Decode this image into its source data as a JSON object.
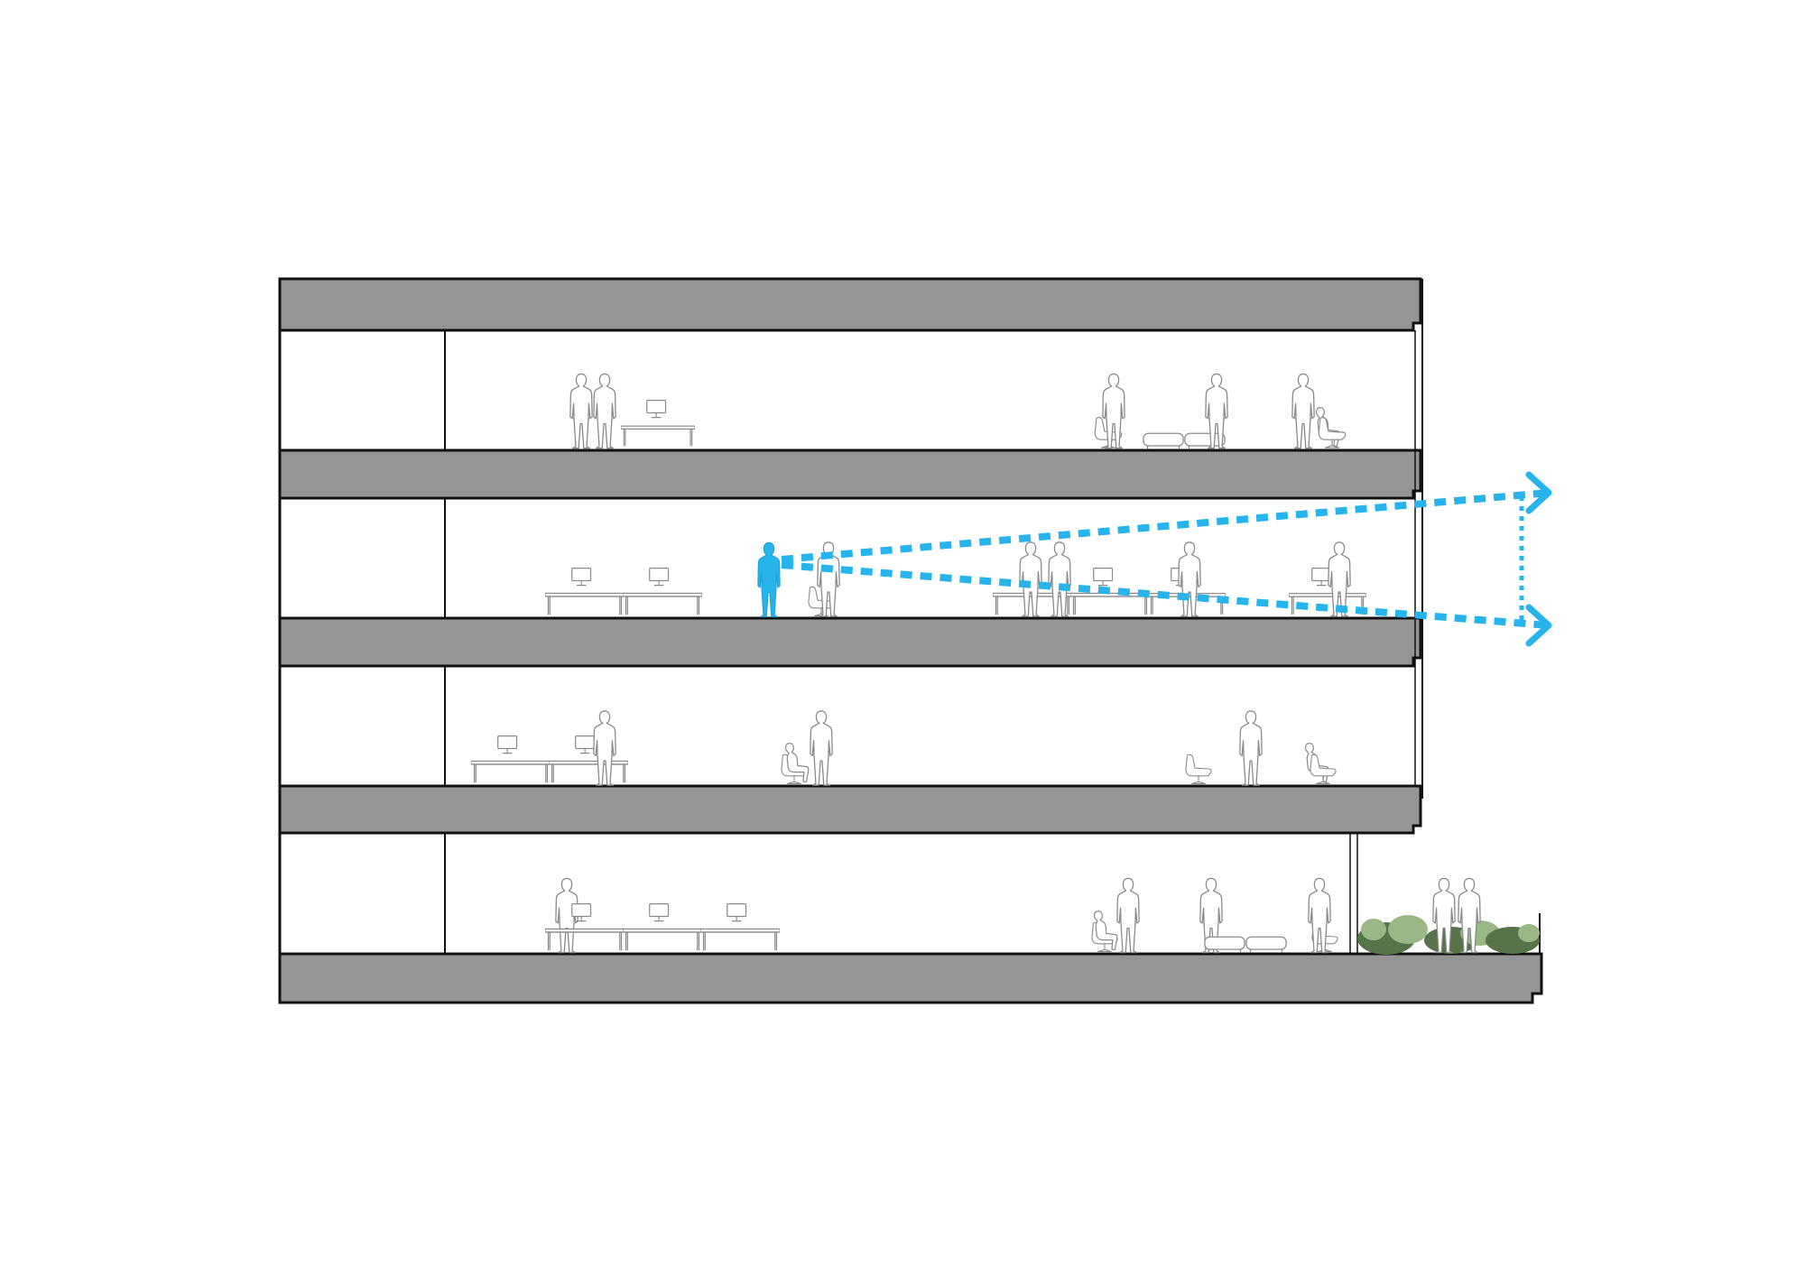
{
  "diagram": {
    "kind": "building-section",
    "floors": 4,
    "colors": {
      "background": "#ffffff",
      "slab_fill": "#959595",
      "line": "#111111",
      "figure_outline": "#8a8a8a",
      "figure_fill": "#ffffff",
      "highlight": "#27b4ec",
      "planting_dark": "#56734a",
      "planting_light": "#9ab886"
    },
    "icons": {
      "person": "person-silhouette-icon",
      "seated_person": "seated-person-icon",
      "lounge_chair": "lounge-chair-icon",
      "desk": "workstation-desk-icon",
      "monitor": "computer-monitor-icon",
      "ottoman": "ottoman-icon",
      "planting": "planting-icon",
      "sightline_arrow": "chevron-right-icon"
    },
    "highlight": {
      "viewer": "highlighted-person",
      "view_lines": 2,
      "view_arrows": 2
    }
  }
}
